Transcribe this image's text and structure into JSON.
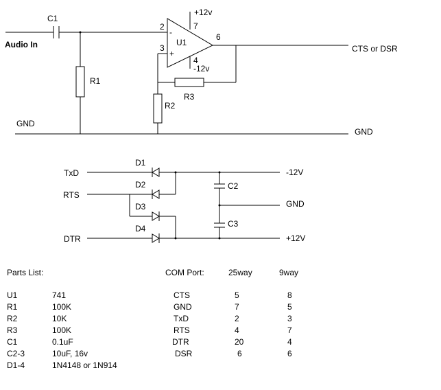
{
  "schematic": {
    "c1_label": "C1",
    "audio_in_label": "Audio In",
    "r1_label": "R1",
    "gnd_left_label": "GND",
    "gnd_right_label": "GND",
    "u1_label": "U1",
    "pin2": "2",
    "pin3": "3",
    "pin4": "4",
    "pin6": "6",
    "pin7": "7",
    "minus_sign": "-",
    "plus_sign": "+",
    "vplus_label": "+12v",
    "vminus_label": "-12v",
    "r3_label": "R3",
    "r2_label": "R2",
    "output_label": "CTS or DSR"
  },
  "power": {
    "txd_label": "TxD",
    "rts_label": "RTS",
    "dtr_label": "DTR",
    "d1_label": "D1",
    "d2_label": "D2",
    "d3_label": "D3",
    "d4_label": "D4",
    "c2_label": "C2",
    "c3_label": "C3",
    "neg12_label": "-12V",
    "gnd_label": "GND",
    "pos12_label": "+12V"
  },
  "parts_list": {
    "title": "Parts List:",
    "items": [
      {
        "ref": "U1",
        "value": "741"
      },
      {
        "ref": "R1",
        "value": "100K"
      },
      {
        "ref": "R2",
        "value": "10K"
      },
      {
        "ref": "R3",
        "value": "100K"
      },
      {
        "ref": "C1",
        "value": "0.1uF"
      },
      {
        "ref": "C2-3",
        "value": "10uF, 16v"
      },
      {
        "ref": "D1-4",
        "value": "1N4148 or 1N914"
      }
    ]
  },
  "com_port": {
    "header": "COM Port:",
    "col25": "25way",
    "col9": "9way",
    "rows": [
      {
        "signal": "CTS",
        "way25": "5",
        "way9": "8"
      },
      {
        "signal": "GND",
        "way25": "7",
        "way9": "5"
      },
      {
        "signal": "TxD",
        "way25": "2",
        "way9": "3"
      },
      {
        "signal": "RTS",
        "way25": "4",
        "way9": "7"
      },
      {
        "signal": "DTR",
        "way25": "20",
        "way9": "4"
      },
      {
        "signal": "DSR",
        "way25": "6",
        "way9": "6"
      }
    ]
  }
}
